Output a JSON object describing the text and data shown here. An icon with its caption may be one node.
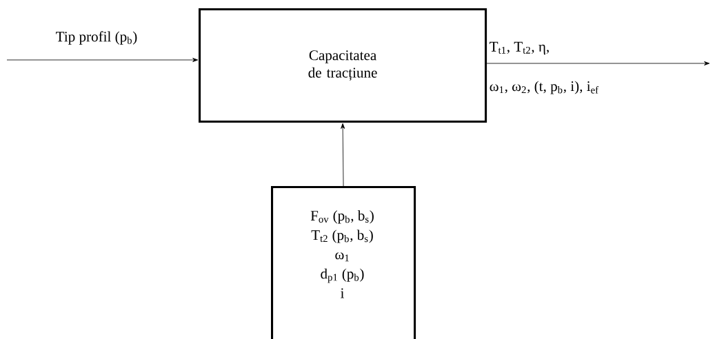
{
  "diagram": {
    "nodes": [
      {
        "text": [
          "Capacitatea de tracțiune"
        ]
      },
      {
        "text": [
          "F$_{ov}$ (p$_{b}$, b$_{s}$)",
          "T$_{t2}$ (p$_{b}$, b$_{s}$)",
          "ω$_{1}$",
          "d$_{p1}$ (p$_{b}$)",
          "i"
        ]
      }
    ],
    "edges": [
      {
        "from": null,
        "to": 0,
        "arrow": "to",
        "label": "Tip profil (p$_{b}$)"
      },
      {
        "from": 0,
        "to": null,
        "arrow": "to",
        "label": "T$_{t1}$, T$_{t2}$, η,"
      },
      {
        "from": 1,
        "to": 0,
        "arrow": "to"
      }
    ],
    "labels": [
      "ω$_{1}$, ω$_{2}$, (t, p$_{b}$, i), i$_{ef}$"
    ]
  }
}
